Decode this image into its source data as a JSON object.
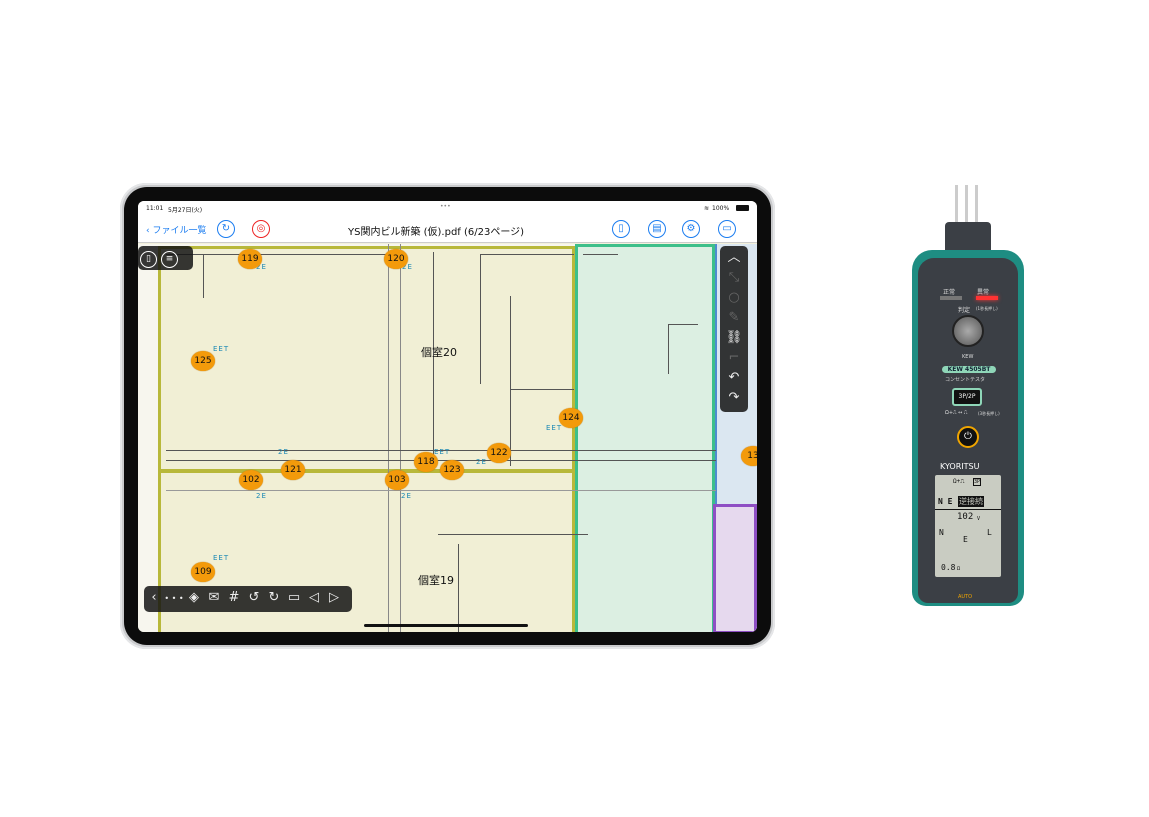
{
  "status": {
    "time": "11:01",
    "date": "5月27日(火)",
    "dots": "•••",
    "battery": "100%"
  },
  "toolbar": {
    "back_label": "ファイル一覧",
    "title": "YS関内ビル新築 (仮).pdf (6/23ページ)"
  },
  "map": {
    "rooms": [
      "個室20",
      "個室19"
    ],
    "markers": [
      "119",
      "120",
      "125",
      "124",
      "122",
      "121",
      "118",
      "123",
      "102",
      "103",
      "109",
      "13"
    ],
    "labels": {
      "eet": "EET",
      "twoe": "2E"
    }
  },
  "bottom_toolbar": {
    "more": "• • •"
  },
  "tester": {
    "normal": "正常",
    "abnormal": "異常",
    "judge": "判定",
    "judge_note": "(1秒長押し)",
    "kew": "KEW",
    "model": "KEW 4505BT",
    "product": "コンセントテスタ",
    "mode_button": "3P/2P",
    "mode_legend": "Ω+⎍ ↔ ⎍",
    "mode_note": "(3秒長押し)",
    "brand": "KYORITSU",
    "auto": "AUTO",
    "lcd": {
      "mode": "Ω+⎍",
      "mode_tag": "3P",
      "ne": "N E",
      "status": "逆接続",
      "voltage": "102",
      "voltage_unit": "V",
      "n": "N",
      "l": "L",
      "e": "E",
      "resistance": "0.8",
      "resistance_unit": "Ω"
    }
  },
  "colors": {
    "accent": "#1a7cf0",
    "marker": "#f39a0b",
    "room_yellow": "#b8b83a",
    "room_green": "#3dbf8a",
    "room_purple": "#8e4fc4",
    "tester_teal": "#1e8d82"
  }
}
